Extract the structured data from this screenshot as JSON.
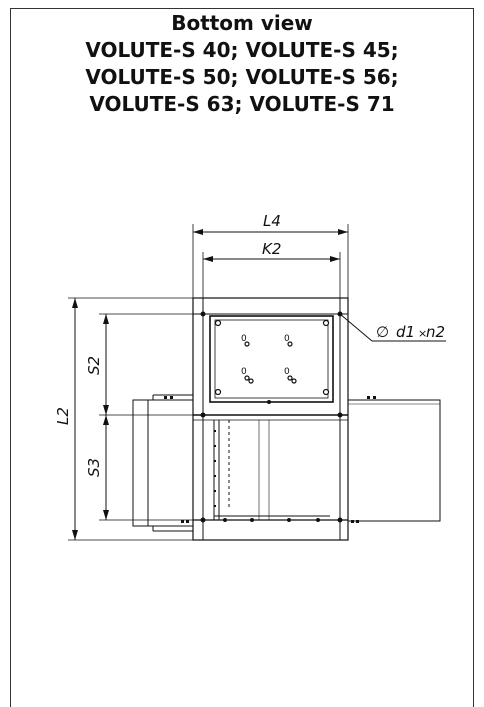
{
  "title": {
    "line1": "Bottom view",
    "line2": "VOLUTE-S 40; VOLUTE-S 45;",
    "line3": "VOLUTE-S 50; VOLUTE-S 56;",
    "line4": "VOLUTE-S 63; VOLUTE-S 71"
  },
  "dimensions": {
    "L4": "L4",
    "K2": "K2",
    "L2": "L2",
    "S2": "S2",
    "S3": "S3",
    "hole_diameter": "d1",
    "hole_times": "×",
    "hole_count": "n2",
    "diameter_symbol": "∅"
  },
  "hole_marks": [
    "0",
    "0"
  ]
}
